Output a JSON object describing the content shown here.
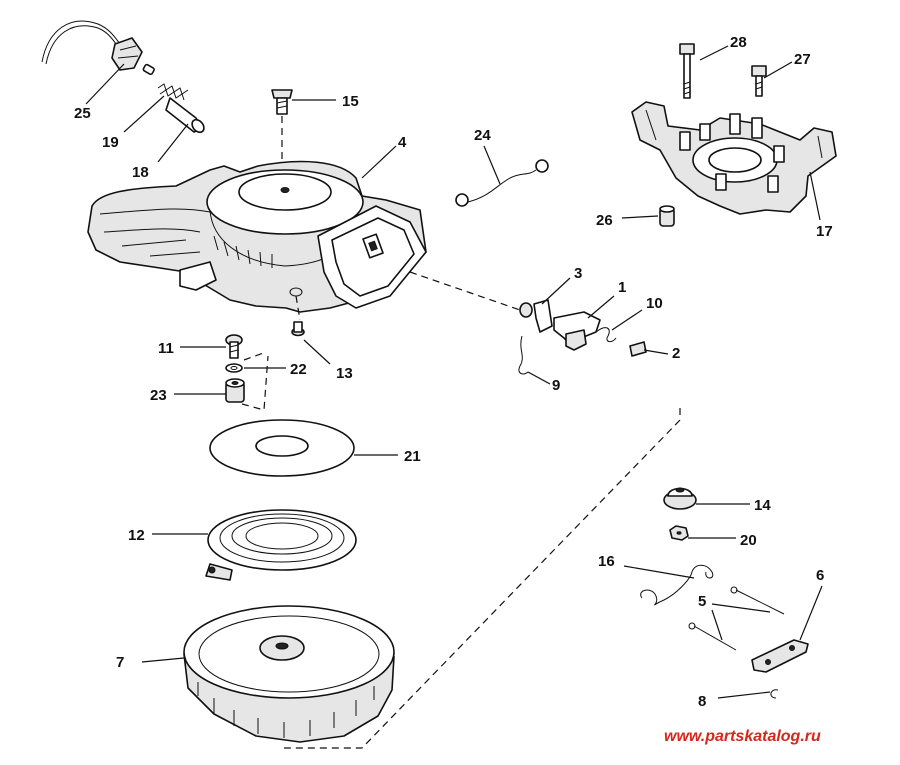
{
  "watermark": "www.partskatalog.ru",
  "colors": {
    "line": "#111111",
    "watermark": "#d9261c"
  },
  "parts": [
    {
      "id": "p1",
      "label": "1"
    },
    {
      "id": "p2",
      "label": "2"
    },
    {
      "id": "p3",
      "label": "3"
    },
    {
      "id": "p4",
      "label": "4"
    },
    {
      "id": "p5",
      "label": "5"
    },
    {
      "id": "p6",
      "label": "6"
    },
    {
      "id": "p7",
      "label": "7"
    },
    {
      "id": "p8",
      "label": "8"
    },
    {
      "id": "p9",
      "label": "9"
    },
    {
      "id": "p10",
      "label": "10"
    },
    {
      "id": "p11",
      "label": "11"
    },
    {
      "id": "p12",
      "label": "12"
    },
    {
      "id": "p13",
      "label": "13"
    },
    {
      "id": "p14",
      "label": "14"
    },
    {
      "id": "p15",
      "label": "15"
    },
    {
      "id": "p16",
      "label": "16"
    },
    {
      "id": "p17",
      "label": "17"
    },
    {
      "id": "p18",
      "label": "18"
    },
    {
      "id": "p19",
      "label": "19"
    },
    {
      "id": "p20",
      "label": "20"
    },
    {
      "id": "p21",
      "label": "21"
    },
    {
      "id": "p22",
      "label": "22"
    },
    {
      "id": "p23",
      "label": "23"
    },
    {
      "id": "p24",
      "label": "24"
    },
    {
      "id": "p25",
      "label": "25"
    },
    {
      "id": "p26",
      "label": "26"
    },
    {
      "id": "p27",
      "label": "27"
    },
    {
      "id": "p28",
      "label": "28"
    }
  ]
}
